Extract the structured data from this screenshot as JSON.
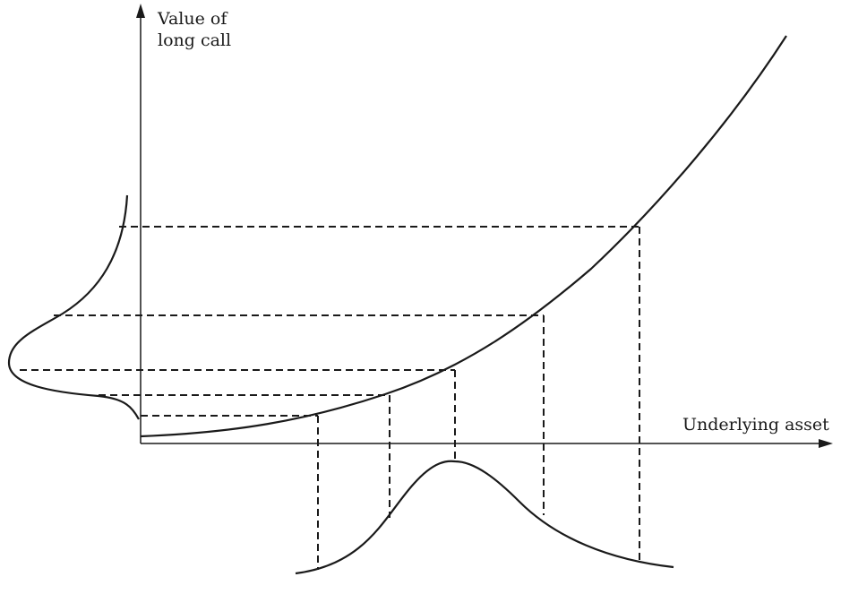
{
  "diagram": {
    "y_axis_label": [
      "Value of",
      "long call"
    ],
    "x_axis_label": "Underlying asset"
  }
}
